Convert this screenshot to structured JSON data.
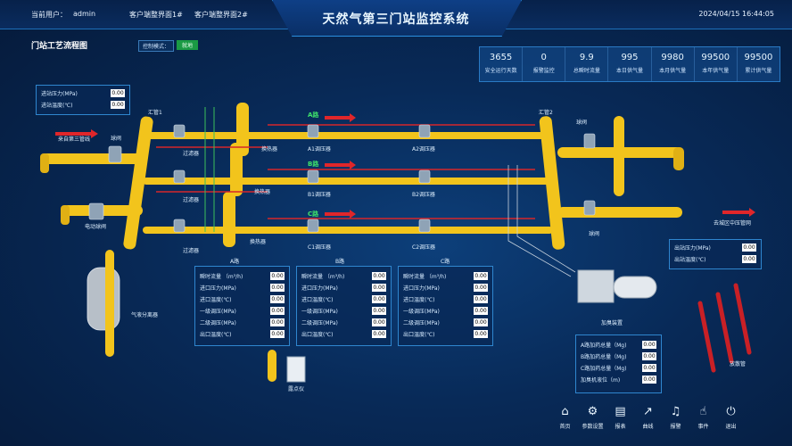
{
  "topbar": {
    "user_label": "当前用户：",
    "user_name": "admin",
    "client1": "客户端整界面1#",
    "client2": "客户端整界面2#",
    "datetime": "2024/04/15  16:44:05"
  },
  "title": "天然气第三门站监控系统",
  "section_title": "门站工艺流程图",
  "control_mode": {
    "label": "控制模式：",
    "value": "就地"
  },
  "stats": [
    {
      "value": "3655",
      "label": "安全运行天数"
    },
    {
      "value": "0",
      "label": "报警监控"
    },
    {
      "value": "9.9",
      "label": "总瞬时流量"
    },
    {
      "value": "995",
      "label": "本日供气量"
    },
    {
      "value": "9980",
      "label": "本月供气量"
    },
    {
      "value": "99500",
      "label": "本年供气量"
    },
    {
      "value": "99500",
      "label": "累计供气量"
    }
  ],
  "inlet": {
    "rows": [
      {
        "label": "进站压力(MPa)",
        "value": "0.00"
      },
      {
        "label": "进站温度(℃)",
        "value": "0.00"
      }
    ]
  },
  "outlet": {
    "rows": [
      {
        "label": "出站压力(MPa)",
        "value": "0.00"
      },
      {
        "label": "出站温度(℃)",
        "value": "0.00"
      }
    ]
  },
  "route_panels": [
    {
      "name": "A路",
      "rows": [
        {
          "label": "瞬时流量  （m³/h)",
          "value": "0.00"
        },
        {
          "label": "进口压力(MPa)",
          "value": "0.00"
        },
        {
          "label": "进口温度(℃)",
          "value": "0.00"
        },
        {
          "label": "一级调压(MPa)",
          "value": "0.00"
        },
        {
          "label": "二级调压(MPa)",
          "value": "0.00"
        },
        {
          "label": "出口温度(℃)",
          "value": "0.00"
        }
      ]
    },
    {
      "name": "B路",
      "rows": [
        {
          "label": "瞬时流量  （m³/h)",
          "value": "0.00"
        },
        {
          "label": "进口压力(MPa)",
          "value": "0.00"
        },
        {
          "label": "进口温度(℃)",
          "value": "0.00"
        },
        {
          "label": "一级调压(MPa)",
          "value": "0.00"
        },
        {
          "label": "二级调压(MPa)",
          "value": "0.00"
        },
        {
          "label": "出口温度(℃)",
          "value": "0.00"
        }
      ]
    },
    {
      "name": "C路",
      "rows": [
        {
          "label": "瞬时流量  （m³/h)",
          "value": "0.00"
        },
        {
          "label": "进口压力(MPa)",
          "value": "0.00"
        },
        {
          "label": "进口温度(℃)",
          "value": "0.00"
        },
        {
          "label": "一级调压(MPa)",
          "value": "0.00"
        },
        {
          "label": "二级调压(MPa)",
          "value": "0.00"
        },
        {
          "label": "出口温度(℃)",
          "value": "0.00"
        }
      ]
    }
  ],
  "odorant": {
    "rows": [
      {
        "label": "A路加药总量（Mg)",
        "value": "0.00"
      },
      {
        "label": "B路加药总量（Mg)",
        "value": "0.00"
      },
      {
        "label": "C路加药总量（Mg)",
        "value": "0.00"
      },
      {
        "label": "加臭机液位（m)",
        "value": "0.00"
      }
    ]
  },
  "labels": {
    "inlet_line": "来自第三管线",
    "outlet_line": "去城区中压管网",
    "ball_valve": "球阀",
    "electric_valve": "电动球阀",
    "manifold1": "汇管1",
    "manifold2": "汇管2",
    "filter": "过滤器",
    "heat_exchanger": "换热器",
    "separator": "气液分离器",
    "odorizer": "加臭装置",
    "vent": "放散管",
    "sampler": "露点仪",
    "route_a": "A路",
    "route_b": "B路",
    "route_c": "C路",
    "a1": "A1调压器",
    "a2": "A2调压器",
    "b1": "B1调压器",
    "b2": "B2调压器",
    "c1": "C1调压器",
    "c2": "C2调压器"
  },
  "nav": [
    {
      "icon": "home-icon",
      "glyph": "⌂",
      "label": "首页"
    },
    {
      "icon": "gear-icon",
      "glyph": "⚙",
      "label": "参数设置"
    },
    {
      "icon": "report-icon",
      "glyph": "▤",
      "label": "报表"
    },
    {
      "icon": "curve-icon",
      "glyph": "↗",
      "label": "曲线"
    },
    {
      "icon": "bell-icon",
      "glyph": "♫",
      "label": "报警"
    },
    {
      "icon": "event-icon",
      "glyph": "☝",
      "label": "事件"
    },
    {
      "icon": "power-icon",
      "glyph": "⏻",
      "label": "退出"
    }
  ],
  "colors": {
    "pipe": "#f2c41c",
    "accent": "#2a8fe0",
    "alarm": "#e0262a",
    "ok": "#1a9a44"
  }
}
